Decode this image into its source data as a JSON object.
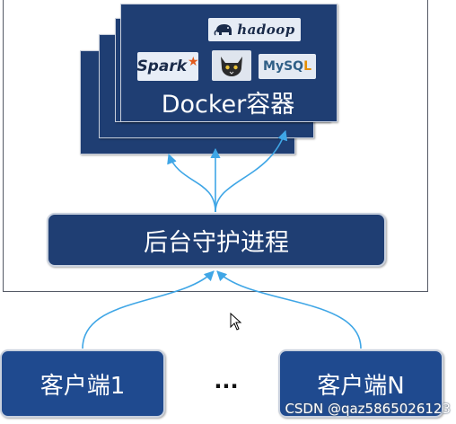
{
  "diagram": {
    "container_label": "Docker容器",
    "daemon_label": "后台守护进程",
    "client_1_label": "客户端1",
    "client_n_label": "客户端N",
    "ellipsis": "...",
    "logos": {
      "hadoop": "hadoop",
      "spark": "Spark",
      "mysql_main": "MySQ",
      "mysql_tail": "L"
    }
  },
  "watermark": "CSDN @qaz5865026123",
  "colors": {
    "card_fill": "#1f3e73",
    "client_fill": "#1f4a8f",
    "arrow": "#3fa6e6"
  },
  "icons": [
    "hadoop-elephant-icon",
    "spark-star-icon",
    "tomcat-cat-icon",
    "cursor-icon"
  ]
}
